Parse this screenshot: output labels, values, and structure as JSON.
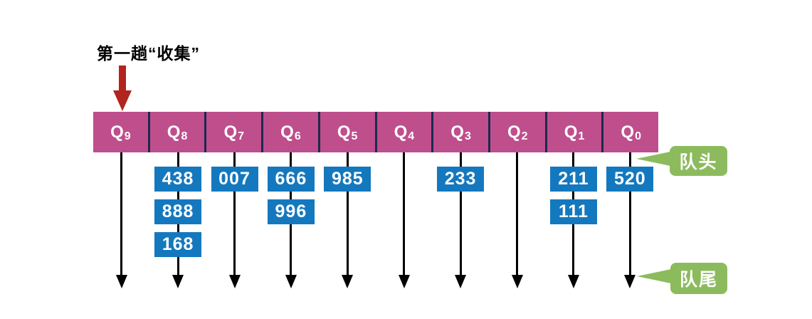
{
  "annotation": {
    "text": "第一趟“收集”"
  },
  "callouts": {
    "head": "队头",
    "tail": "队尾"
  },
  "queues": [
    {
      "base": "Q",
      "sub": "9",
      "items": []
    },
    {
      "base": "Q",
      "sub": "8",
      "items": [
        "438",
        "888",
        "168"
      ]
    },
    {
      "base": "Q",
      "sub": "7",
      "items": [
        "007"
      ]
    },
    {
      "base": "Q",
      "sub": "6",
      "items": [
        "666",
        "996"
      ]
    },
    {
      "base": "Q",
      "sub": "5",
      "items": [
        "985"
      ]
    },
    {
      "base": "Q",
      "sub": "4",
      "items": []
    },
    {
      "base": "Q",
      "sub": "3",
      "items": [
        "233"
      ]
    },
    {
      "base": "Q",
      "sub": "2",
      "items": []
    },
    {
      "base": "Q",
      "sub": "1",
      "items": [
        "211",
        "111"
      ]
    },
    {
      "base": "Q",
      "sub": "0",
      "items": [
        "520"
      ]
    }
  ],
  "colors": {
    "header_bg": "#BF4E8D",
    "header_divider": "#1B2A4E",
    "item_bg": "#1478BE",
    "callout_bg": "#8CBB5E",
    "pass_arrow": "#B3241E"
  }
}
